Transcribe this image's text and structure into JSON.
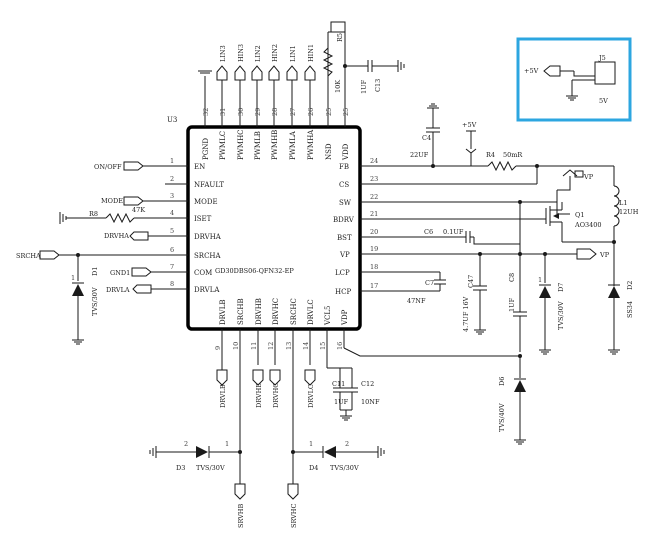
{
  "ic": {
    "ref": "U3",
    "part": "GD30DBS06-QFN32-EP",
    "left_pins": [
      {
        "num": "1",
        "name": "EN"
      },
      {
        "num": "2",
        "name": "NFAULT"
      },
      {
        "num": "3",
        "name": "MODE"
      },
      {
        "num": "4",
        "name": "ISET"
      },
      {
        "num": "5",
        "name": "DRVHA"
      },
      {
        "num": "6",
        "name": "SRCHA"
      },
      {
        "num": "7",
        "name": "COM"
      },
      {
        "num": "8",
        "name": "DRVLA"
      }
    ],
    "right_pins": [
      {
        "num": "24",
        "name": "FB"
      },
      {
        "num": "23",
        "name": "CS"
      },
      {
        "num": "22",
        "name": "SW"
      },
      {
        "num": "21",
        "name": "BDRV"
      },
      {
        "num": "20",
        "name": "BST"
      },
      {
        "num": "19",
        "name": "VP"
      },
      {
        "num": "18",
        "name": "LCP"
      },
      {
        "num": "17",
        "name": "HCP"
      }
    ],
    "top_pins": [
      {
        "num": "32",
        "name": "PGND"
      },
      {
        "num": "31",
        "name": "PWMLC"
      },
      {
        "num": "30",
        "name": "PWMHC"
      },
      {
        "num": "29",
        "name": "PWMLB"
      },
      {
        "num": "28",
        "name": "PWMHB"
      },
      {
        "num": "27",
        "name": "PWMLA"
      },
      {
        "num": "26",
        "name": "PWMHA"
      },
      {
        "num": "25",
        "name": "NSD"
      },
      {
        "num": "25",
        "name": "VDD"
      }
    ],
    "bottom_pins": [
      {
        "num": "9",
        "name": "DRVLB"
      },
      {
        "num": "10",
        "name": "SRCHB"
      },
      {
        "num": "11",
        "name": "DRVHB"
      },
      {
        "num": "12",
        "name": "DRVHC"
      },
      {
        "num": "13",
        "name": "SRCHC"
      },
      {
        "num": "14",
        "name": "DRVLC"
      },
      {
        "num": "15",
        "name": "VCL5"
      },
      {
        "num": "16",
        "name": "VDP"
      }
    ]
  },
  "ports": {
    "left": [
      "ON/OFF",
      "MODE",
      "DRVHA",
      "SRCHA",
      "GND1",
      "DRVLA"
    ],
    "top": [
      "LIN3",
      "HIN3",
      "LIN2",
      "HIN2",
      "LIN1",
      "HIN1"
    ],
    "bottom": [
      "DRVLB",
      "DRVHB",
      "DRVHC",
      "DRVLC"
    ],
    "diode_side": [
      "SRVHB",
      "SRVHC"
    ],
    "vp": "VP",
    "vp_right": "VP",
    "vp_sw": "VP",
    "vp_bdrv": "VP"
  },
  "components": {
    "r5": {
      "ref": "R5",
      "value": "10K"
    },
    "c13": {
      "ref": "C13",
      "value": "1UF"
    },
    "c4": {
      "ref": "C4",
      "value": "22UF"
    },
    "r4": {
      "ref": "R4",
      "value": "50mR"
    },
    "l1": {
      "ref": "L1",
      "value": "12UH"
    },
    "q1": {
      "ref": "Q1",
      "value": "AO3400"
    },
    "c6": {
      "ref": "C6",
      "value": "0.1UF"
    },
    "c47": {
      "ref": "C47",
      "value": "4.7UF 16V"
    },
    "c7": {
      "ref": "C7",
      "value": "47NF"
    },
    "c8": {
      "ref": "C8",
      "value": "1UF"
    },
    "r8": {
      "ref": "R8",
      "value": "47K"
    },
    "d1": {
      "ref": "D1",
      "value": "TVS/30V"
    },
    "d7": {
      "ref": "D7",
      "value": "TVS/30V"
    },
    "d2": {
      "ref": "D2",
      "value": "SS34"
    },
    "d6": {
      "ref": "D6",
      "value": "TVS/40V"
    },
    "d3": {
      "ref": "D3",
      "value": "TVS/30V"
    },
    "d4": {
      "ref": "D4",
      "value": "TVS/30V"
    },
    "c11": {
      "ref": "C11",
      "value": "1UF"
    },
    "c12": {
      "ref": "C12",
      "value": "10NF"
    }
  },
  "rails": {
    "plus5v": "+5V",
    "plus5v_b": "+5V"
  },
  "connector": {
    "ref": "J5",
    "label": "5V",
    "net": "+5V"
  },
  "pin_small": {
    "one": "1",
    "two": "2"
  }
}
